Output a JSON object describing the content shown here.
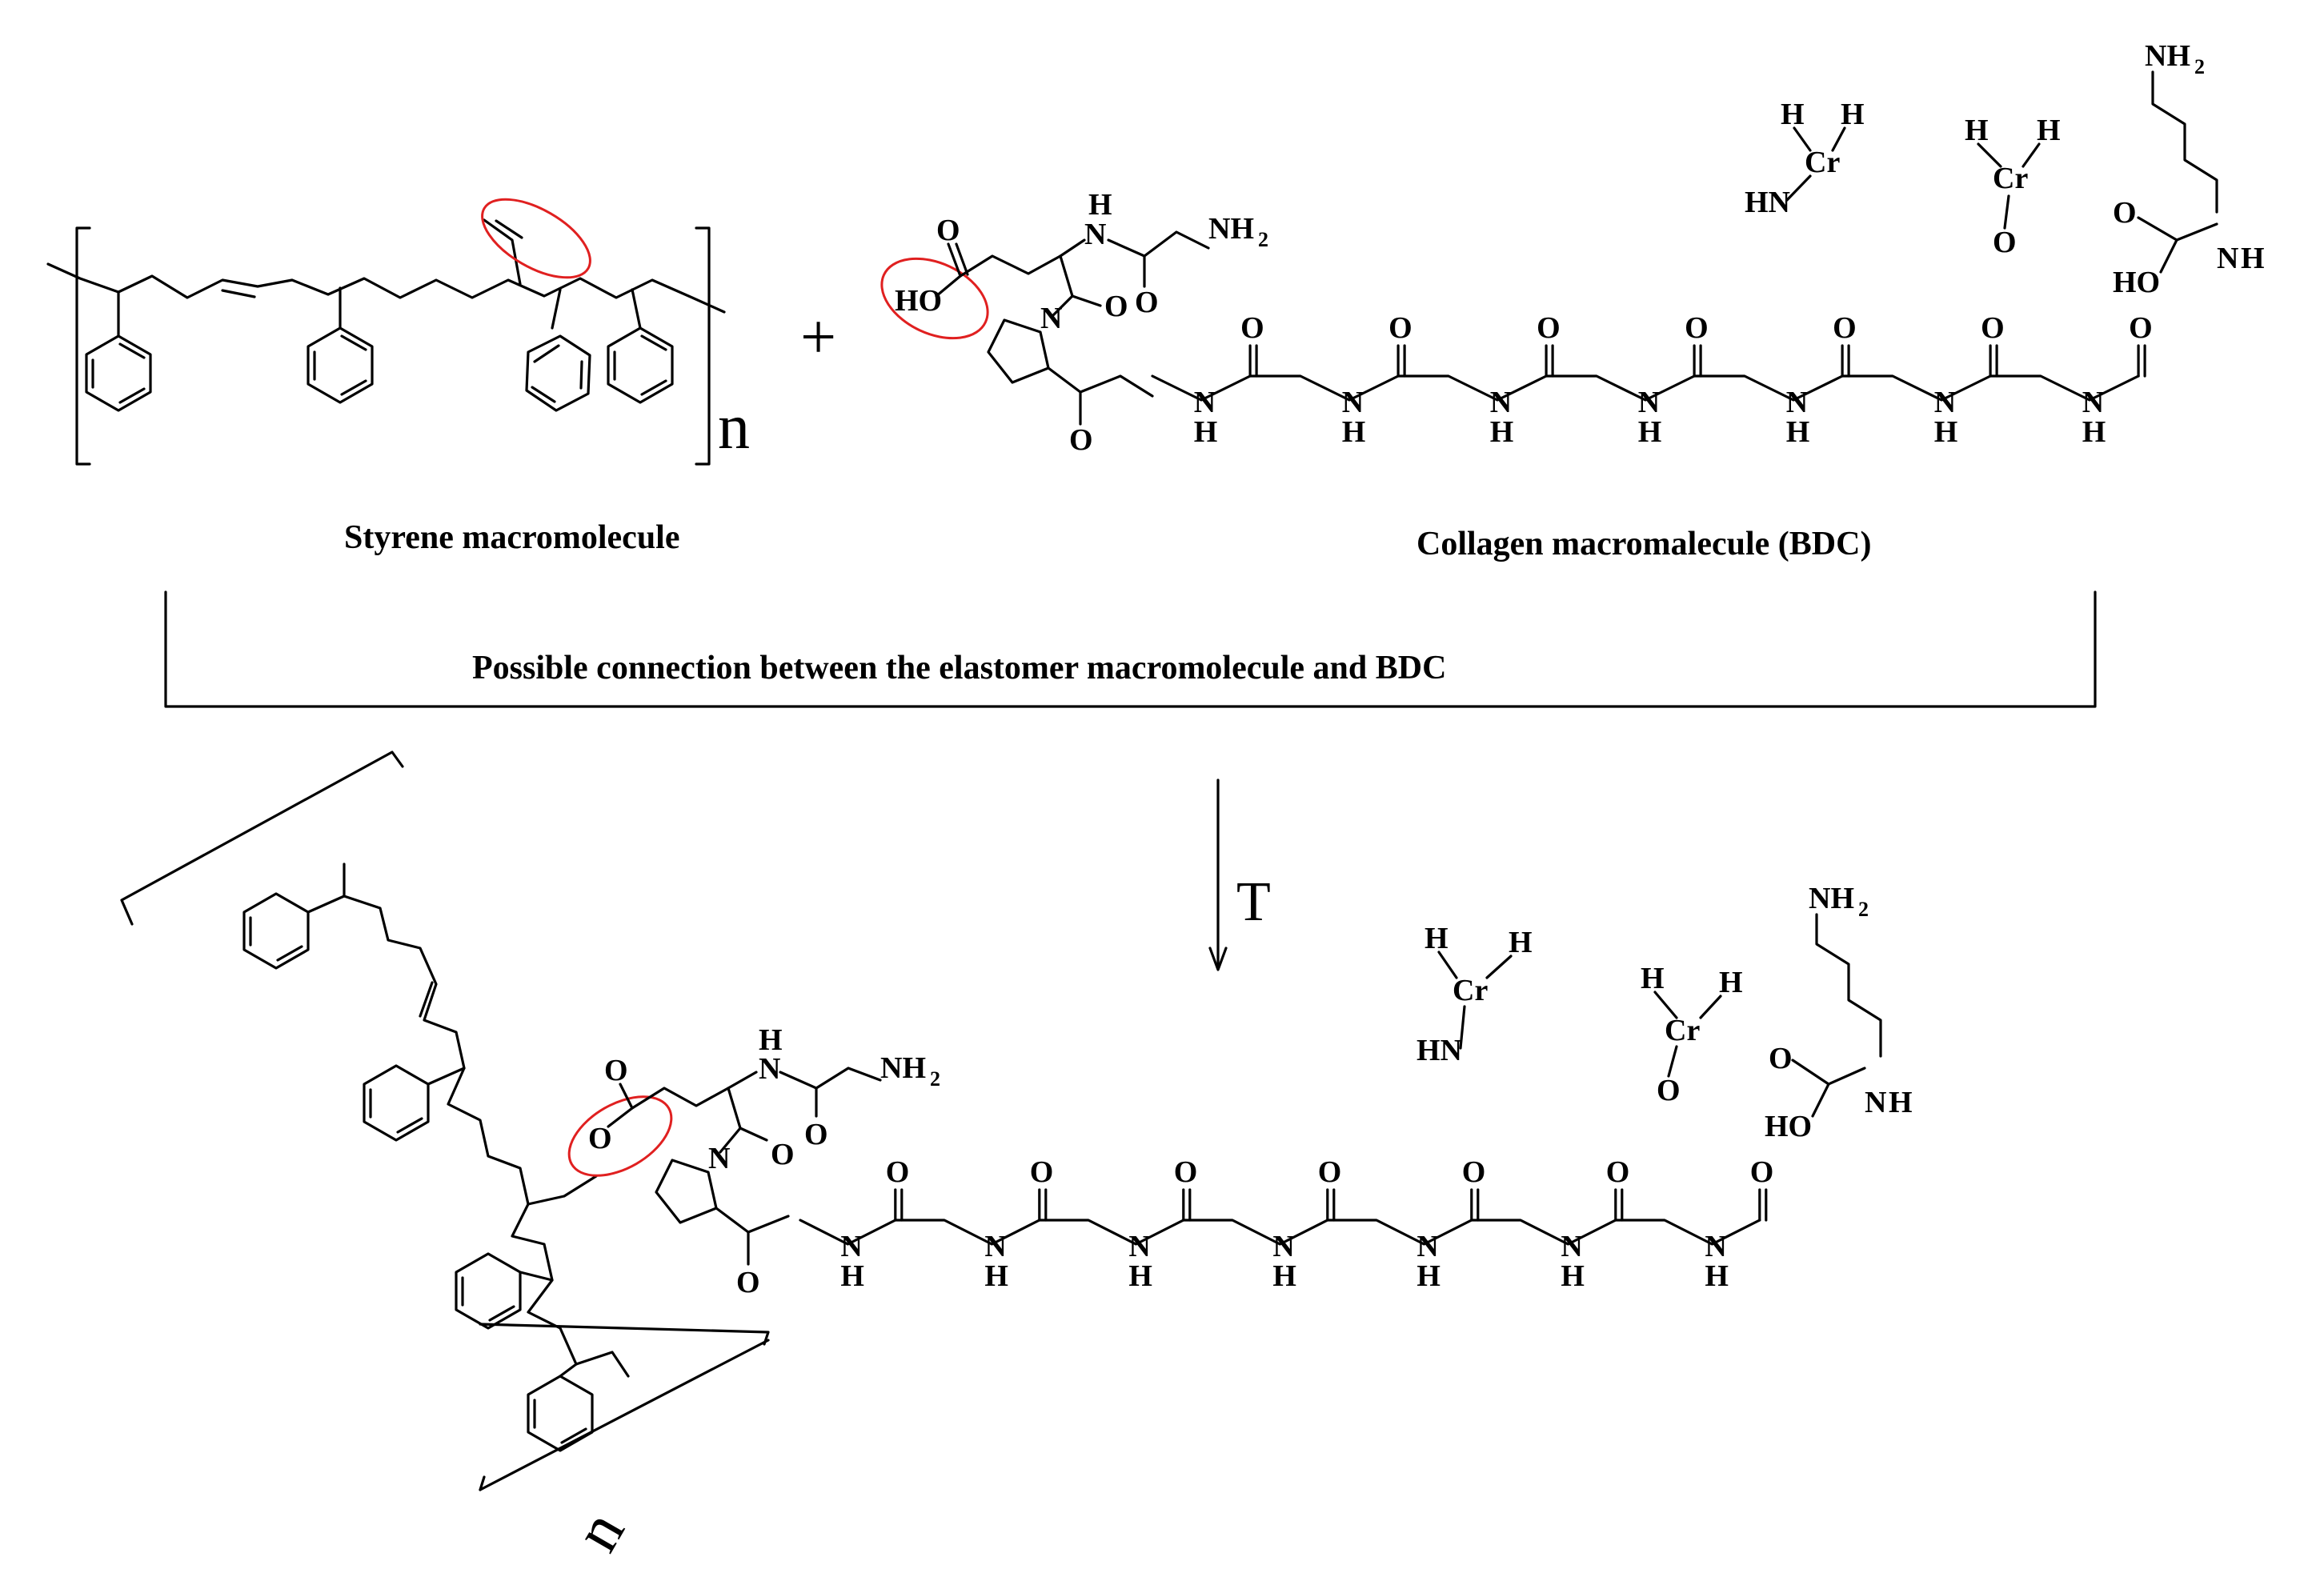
{
  "labels": {
    "styrene": "Styrene macromolecule",
    "collagen": "Collagen macromalecule (BDC)",
    "connection": "Possible connection between the elastomer macromolecule and BDC",
    "plus": "+",
    "temperature": "T",
    "repeat_top": "n",
    "repeat_bottom": "n"
  },
  "atoms": {
    "nh": "N",
    "h": "H",
    "nh2": "NH",
    "sub2": "2",
    "o": "O",
    "ho": "HO",
    "hn": "HN",
    "cr": "Cr"
  },
  "colors": {
    "highlight": "#e02020",
    "ink": "#000000"
  }
}
